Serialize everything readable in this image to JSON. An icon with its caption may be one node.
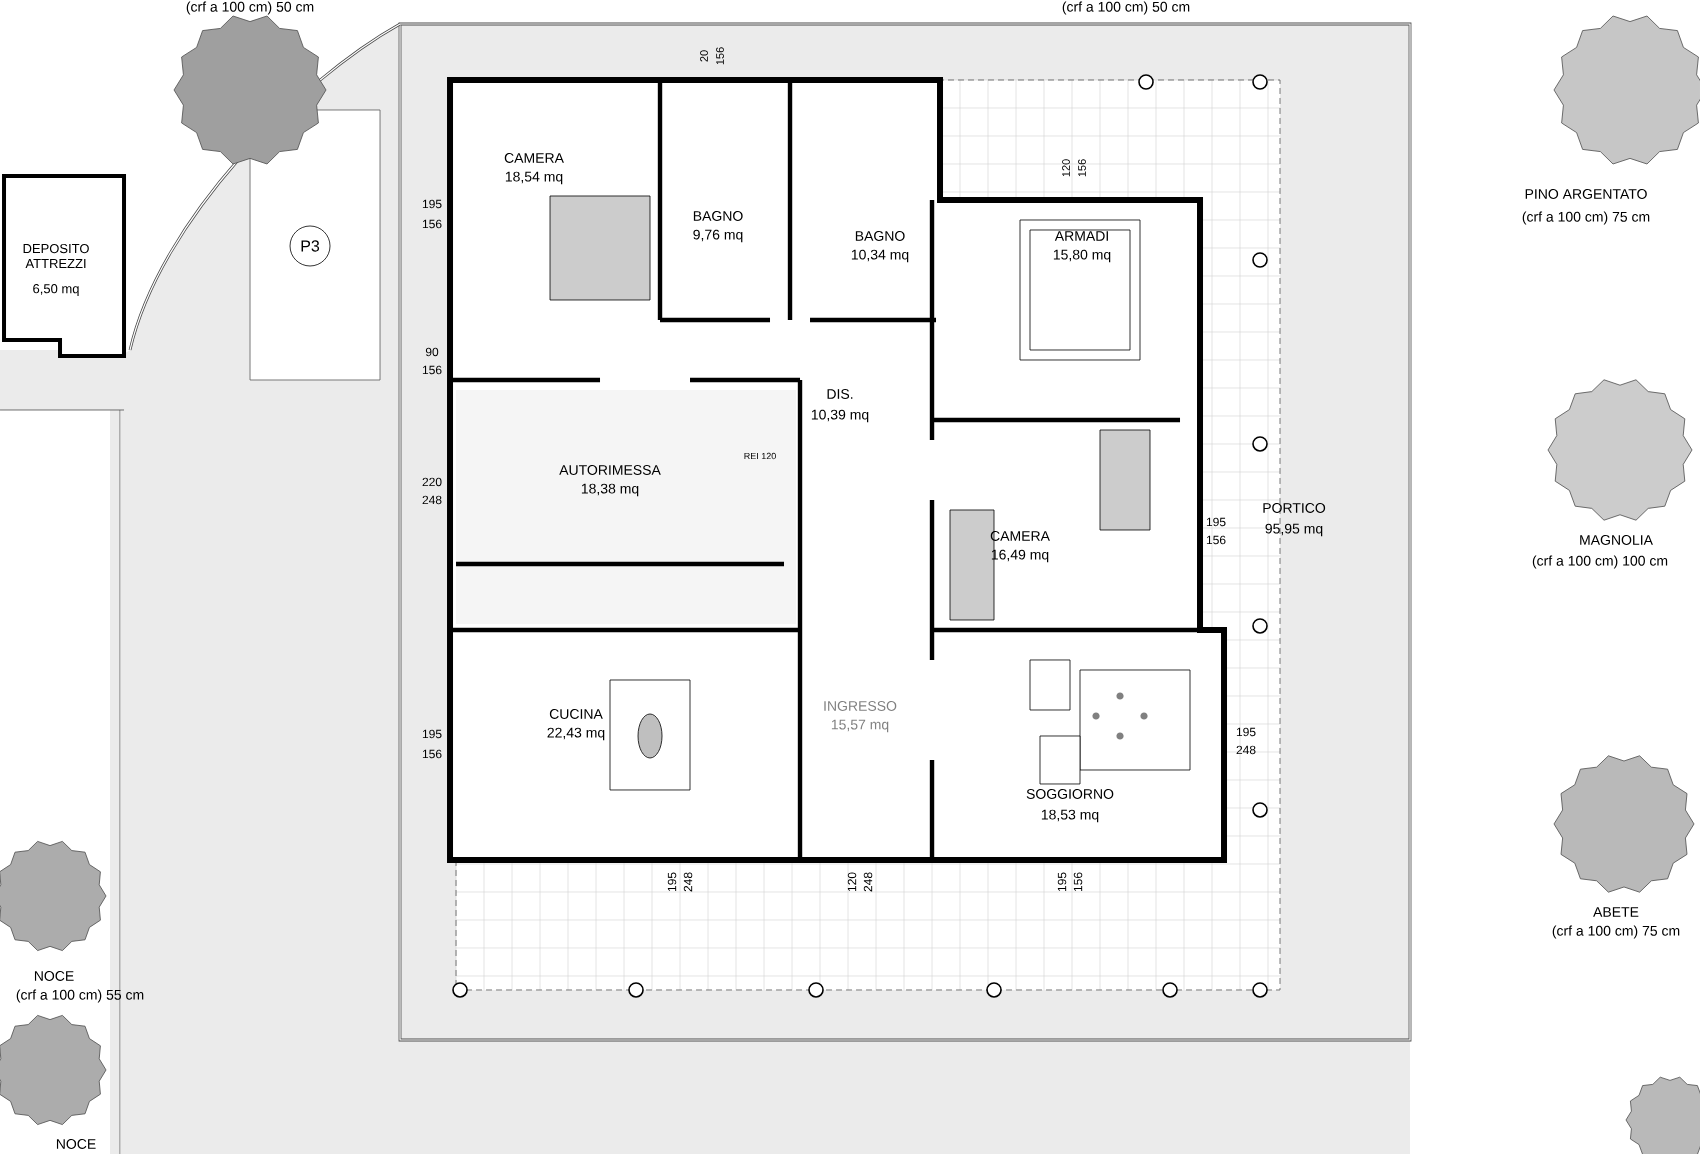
{
  "diagram": {
    "labels": [
      "(crf a 100 cm) 50 cm",
      "(crf a 100 cm) 50 cm",
      "20",
      "156",
      "CAMERA",
      "18,54 mq",
      "BAGNO",
      "9,76 mq",
      "BAGNO",
      "10,34 mq",
      "120",
      "156",
      "ARMADI",
      "15,80 mq",
      "PINO ARGENTATO",
      "(crf a 100 cm) 75 cm",
      "DEPOSITO ATTREZZI",
      "6,50 mq",
      "P3",
      "195",
      "156",
      "90",
      "156",
      "DIS.",
      "10,39 mq",
      "220",
      "248",
      "AUTORIMESSA",
      "18,38 mq",
      "REI 120",
      "CAMERA",
      "16,49 mq",
      "195",
      "156",
      "PORTICO",
      "95,95 mq",
      "MAGNOLIA",
      "(crf a 100 cm) 100 cm",
      "CUCINA",
      "22,43 mq",
      "INGRESSO",
      "15,57 mq",
      "195",
      "156",
      "195",
      "248",
      "SOGGIORNO",
      "18,53 mq",
      "195",
      "248",
      "120",
      "248",
      "195",
      "156",
      "ABETE",
      "(crf a 100 cm) 75 cm",
      "NOCE",
      "(crf a 100 cm) 55 cm",
      "NOCE"
    ]
  }
}
